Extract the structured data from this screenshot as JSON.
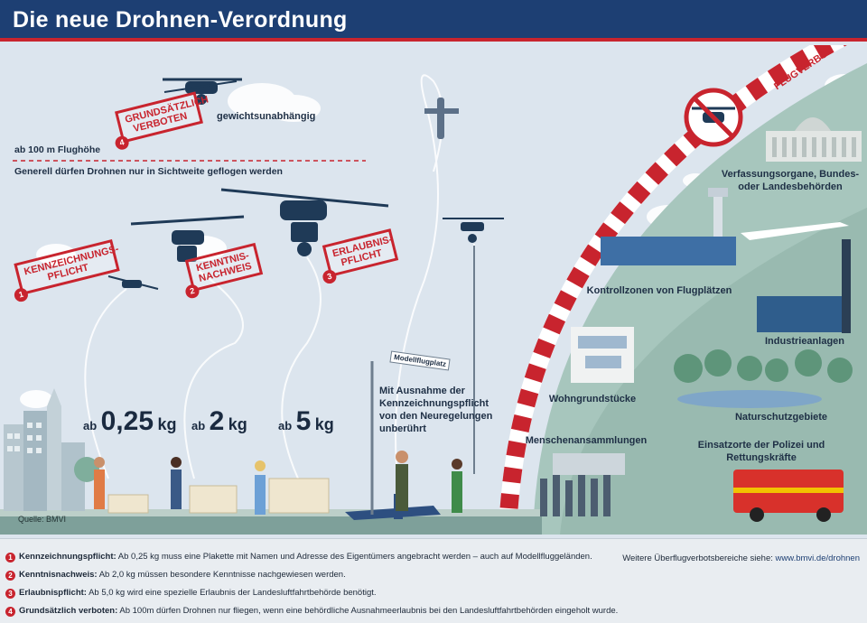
{
  "title": "Die neue Drohnen-Verordnung",
  "stamps": {
    "s1": {
      "text": "KENNZEICHNUNGS-PFLICHT",
      "num": "1"
    },
    "s2": {
      "text": "KENNTNIS-NACHWEIS",
      "num": "2"
    },
    "s3": {
      "text": "ERLAUBNIS-PFLICHT",
      "num": "3"
    },
    "s4": {
      "text": "GRUNDSÄTZLICH VERBOTEN",
      "num": "4"
    }
  },
  "labels": {
    "weight_independent": "gewichtsunabhängig",
    "altitude": "ab 100 m Flughöhe",
    "line_of_sight": "Generell dürfen Drohnen nur in Sichtweite geflogen werden",
    "flight_ban": "FLUGVERBOT",
    "model_airfield_sign": "Modellflugplatz",
    "model_exception": "Mit Ausnahme der Kennzeichnungspflicht von den Neuregelungen unberührt",
    "authorities": "Verfassungsorgane, Bundes- oder Landesbehörden",
    "airports": "Kontrollzonen von Flugplätzen",
    "industry": "Industrieanlagen",
    "residential": "Wohngrundstücke",
    "nature": "Naturschutzgebiete",
    "crowds": "Menschenansammlungen",
    "police": "Einsatzorte der Polizei und Rettungskräfte",
    "source": "Quelle: BMVI"
  },
  "weights": [
    {
      "ab": "ab",
      "value": "0,25",
      "unit": "kg"
    },
    {
      "ab": "ab",
      "value": "2",
      "unit": "kg"
    },
    {
      "ab": "ab",
      "value": "5",
      "unit": "kg"
    }
  ],
  "footnotes": [
    {
      "num": "1",
      "term": "Kennzeichnungspflicht:",
      "text": " Ab 0,25 kg muss eine Plakette mit Namen und Adresse des Eigentümers angebracht werden – auch auf Modellfluggeländen."
    },
    {
      "num": "2",
      "term": "Kenntnisnachweis:",
      "text": " Ab 2,0 kg müssen besondere Kenntnisse nachgewiesen werden."
    },
    {
      "num": "3",
      "term": "Erlaubnispflicht:",
      "text": " Ab 5,0 kg wird eine spezielle Erlaubnis der Landesluftfahrtbehörde benötigt."
    },
    {
      "num": "4",
      "term": "Grundsätzlich verboten:",
      "text": " Ab 100m dürfen Drohnen nur fliegen, wenn eine behördliche Ausnahmeerlaubnis bei den Landesluftfahrtbehörden eingeholt wurde."
    }
  ],
  "more_info": {
    "text": "Weitere Überflugverbotsbereiche siehe: ",
    "url": "www.bmvi.de/drohnen"
  },
  "colors": {
    "header": "#1d3f73",
    "accent_red": "#c8242e",
    "sky": "#dce5ee",
    "ground_green": "#8fb3a6"
  }
}
